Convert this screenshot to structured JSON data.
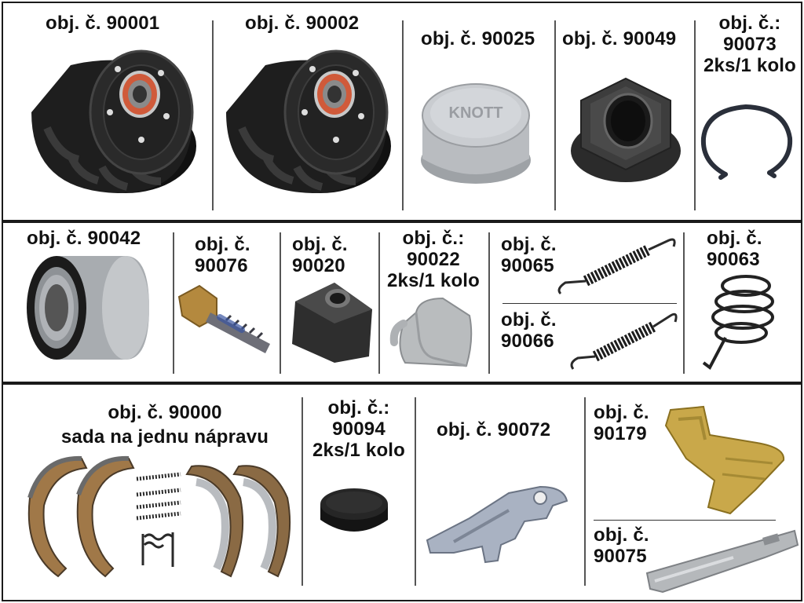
{
  "colors": {
    "background": "#ffffff",
    "border": "#1a1a1a",
    "text": "#111111",
    "metal": "#b9bcc0",
    "black_part": "#1c1c1c",
    "brake_lining": "#a07848",
    "brass": "#b48a3a"
  },
  "items": [
    {
      "id": "90001",
      "lines": [
        "obj. č. 90001"
      ],
      "icon": "brake-drum-icon"
    },
    {
      "id": "90002",
      "lines": [
        "obj. č. 90002"
      ],
      "icon": "brake-drum-icon"
    },
    {
      "id": "90025",
      "lines": [
        "obj. č. 90025"
      ],
      "icon": "hub-cap-icon",
      "cap_text": "KNOTT"
    },
    {
      "id": "90049",
      "lines": [
        "obj. č. 90049"
      ],
      "icon": "flange-nut-icon"
    },
    {
      "id": "90073",
      "lines": [
        "obj. č.:",
        "90073",
        "2ks/1 kolo"
      ],
      "icon": "circlip-icon"
    },
    {
      "id": "90042",
      "lines": [
        "obj. č. 90042"
      ],
      "icon": "wheel-bearing-icon"
    },
    {
      "id": "90076",
      "lines": [
        "obj. č.",
        "90076"
      ],
      "icon": "bolt-icon"
    },
    {
      "id": "90020",
      "lines": [
        "obj. č.",
        "90020"
      ],
      "icon": "wedge-block-icon"
    },
    {
      "id": "90022",
      "lines": [
        "obj. č.:",
        "90022",
        "2ks/1 kolo"
      ],
      "icon": "cast-wedge-icon"
    },
    {
      "id": "90065",
      "lines": [
        "obj. č.",
        "90065"
      ],
      "icon": "tension-spring-icon"
    },
    {
      "id": "90066",
      "lines": [
        "obj. č.",
        "90066"
      ],
      "icon": "tension-spring-icon"
    },
    {
      "id": "90063",
      "lines": [
        "obj. č.",
        "90063"
      ],
      "icon": "hold-down-spring-icon"
    },
    {
      "id": "90000",
      "lines": [
        "obj. č. 90000",
        "sada na jednu nápravu"
      ],
      "icon": "brake-shoe-set-icon"
    },
    {
      "id": "90094",
      "lines": [
        "obj. č.:",
        "90094",
        "2ks/1 kolo"
      ],
      "icon": "rubber-cap-icon"
    },
    {
      "id": "90072",
      "lines": [
        "obj. č. 90072"
      ],
      "icon": "brake-lever-icon"
    },
    {
      "id": "90179",
      "lines": [
        "obj. č.",
        "90179"
      ],
      "icon": "expander-plate-icon"
    },
    {
      "id": "90075",
      "lines": [
        "obj. č.",
        "90075"
      ],
      "icon": "adjuster-bar-icon"
    }
  ]
}
